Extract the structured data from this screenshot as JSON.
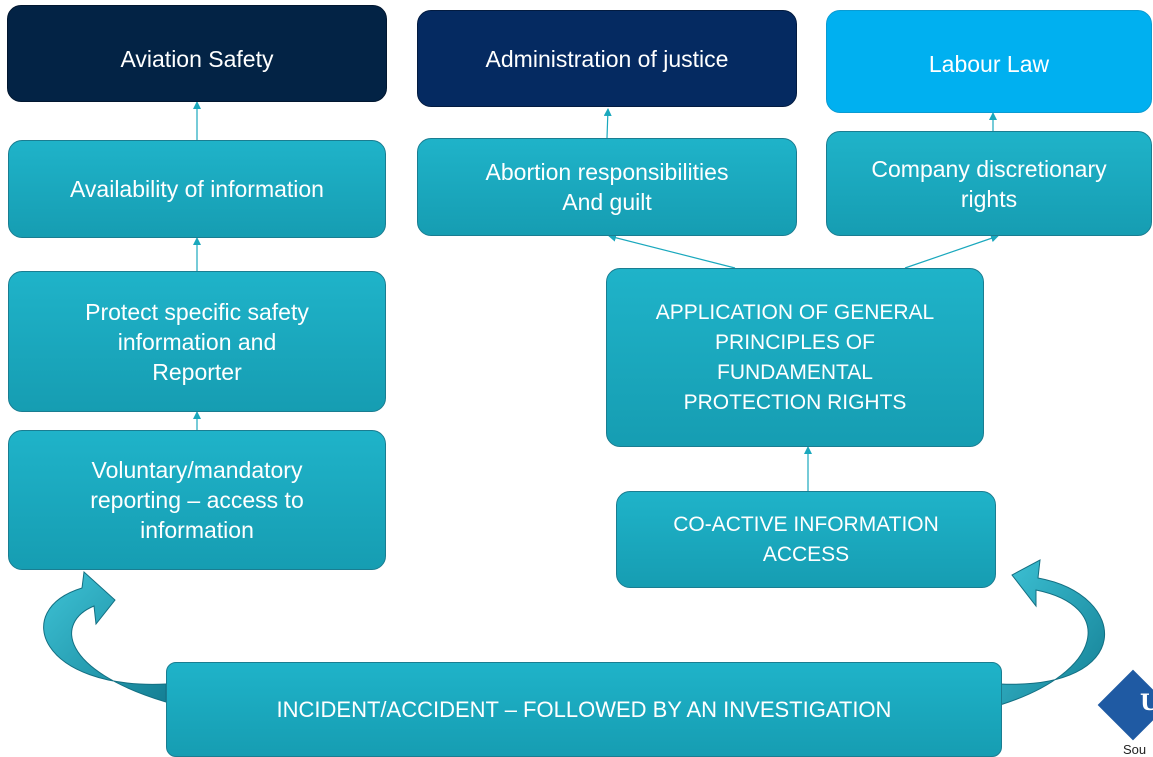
{
  "boxes": {
    "aviation_safety": "Aviation Safety",
    "administration_of_justice": "Administration of justice",
    "labour_law": "Labour Law",
    "availability_of_information": "Availability of information",
    "abortion_responsibilities": "Abortion responsibilities\nAnd guilt",
    "company_discretionary_rights": "Company discretionary\nrights",
    "protect_specific_safety": "Protect specific safety\ninformation and\nReporter",
    "application_general_principles": "APPLICATION OF GENERAL\nPRINCIPLES  OF\nFUNDAMENTAL\nPROTECTION RIGHTS",
    "voluntary_mandatory_reporting": "Voluntary/mandatory\nreporting – access to\ninformation",
    "co_active_information_access": "CO-ACTIVE INFORMATION\nACCESS",
    "incident_accident": "INCIDENT/ACCIDENT – FOLLOWED BY AN INVESTIGATION"
  },
  "footer": {
    "logo_letter": "U",
    "source_text": "Sou"
  },
  "colors": {
    "teal_box": "#1aa8bd",
    "dark_box": "#032345",
    "navy_box": "#052a61",
    "sky_box": "#00b0f0",
    "connector": "#1aa8bd",
    "curved_arrow": "#1e9fb7"
  }
}
